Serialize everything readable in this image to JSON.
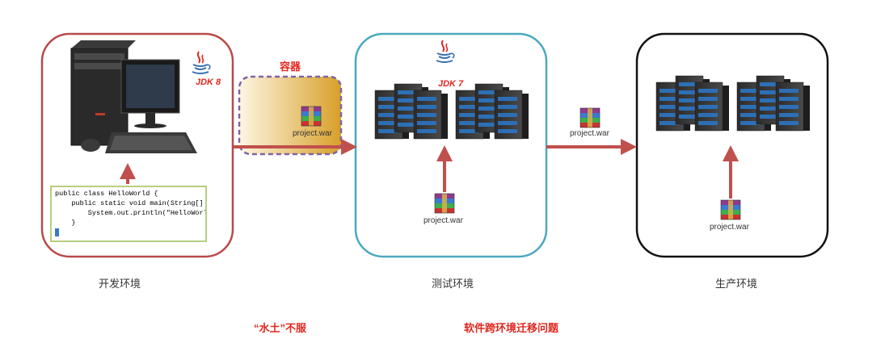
{
  "environments": {
    "dev": {
      "label": "开发环境",
      "jdk": "JDK 8"
    },
    "test": {
      "label": "测试环境",
      "jdk": "JDK 7",
      "artifact": "project.war"
    },
    "prod": {
      "label": "生产环境",
      "artifact": "project.war"
    }
  },
  "container": {
    "label": "容器",
    "artifact": "project.war"
  },
  "transfer_artifact": "project.war",
  "code_lines": [
    "public class HelloWorld {",
    "    public static void main(String[] args) {",
    "        System.out.println(\"HelloWorld\");",
    "    }"
  ],
  "captions": {
    "left": "“水土”不服",
    "right": "软件跨环境迁移问题"
  },
  "colors": {
    "dev_border": "#b84a4a",
    "test_border": "#4aa9bf",
    "prod_border": "#111111",
    "arrow": "#c0504d",
    "container_border": "#8064a2",
    "caption": "#e0281f"
  }
}
